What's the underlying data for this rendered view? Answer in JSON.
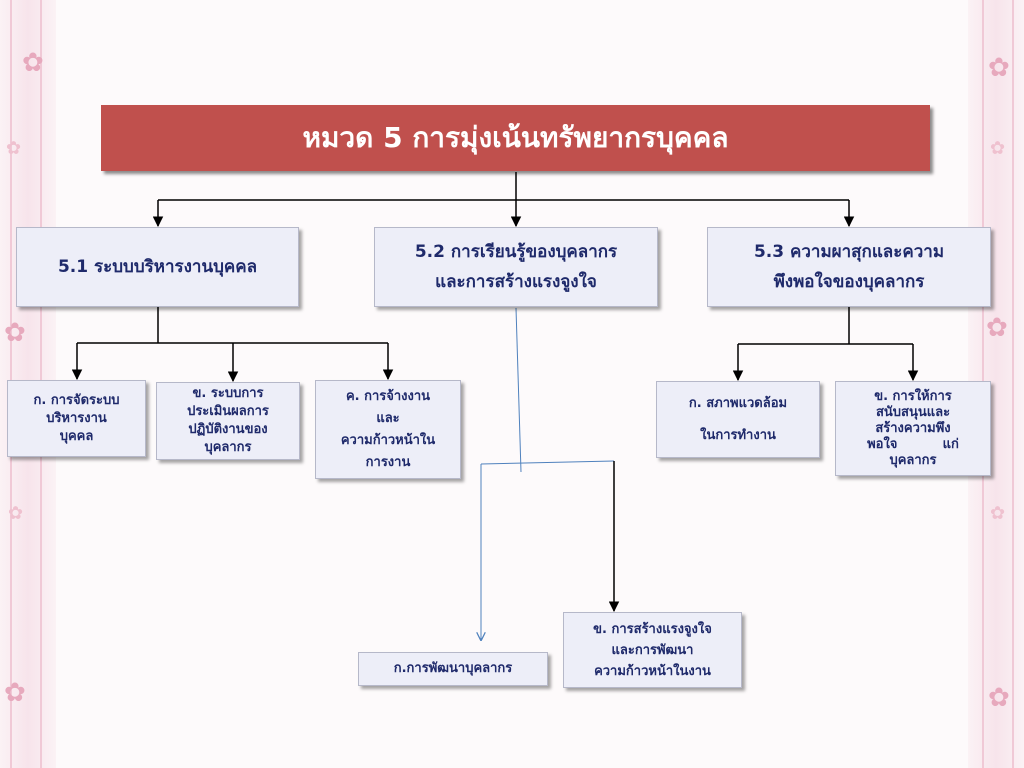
{
  "title": "หมวด 5 การมุ่งเน้นทรัพยากรบุคคล",
  "colors": {
    "title_bg": "#c0504d",
    "title_text": "#ffffff",
    "box_bg": "#edeef8",
    "box_text": "#1f2a6b",
    "connector": "#000000",
    "connector_alt": "#4f81bd",
    "decoration": "#e7a9bd"
  },
  "branches": [
    {
      "lines": [
        "5.1 ระบบบริหารงานบุคคล"
      ],
      "children": [
        {
          "lines": [
            "ก. การจัดระบบ",
            "บริหารงาน",
            "บุคคล"
          ]
        },
        {
          "lines": [
            "ข. ระบบการ",
            "ประเมินผลการ",
            "ปฏิบัติงานของ",
            "บุคลากร"
          ]
        },
        {
          "lines": [
            "ค. การจ้างงาน",
            "และ",
            "ความก้าวหน้าใน",
            "การงาน"
          ]
        }
      ]
    },
    {
      "lines": [
        "5.2 การเรียนรู้ของบุคลากร",
        "และการสร้างแรงจูงใจ"
      ],
      "children": [
        {
          "lines": [
            "ก.การพัฒนาบุคลากร"
          ]
        },
        {
          "lines": [
            "ข. การสร้างแรงจูงใจ",
            "และการพัฒนา",
            "ความก้าวหน้าในงาน"
          ]
        }
      ]
    },
    {
      "lines": [
        "5.3 ความผาสุกและความ",
        "พึงพอใจของบุคลากร"
      ],
      "children": [
        {
          "lines": [
            "ก. สภาพแวดล้อม",
            "ในการทำงาน"
          ]
        },
        {
          "lines": [
            "ข. การให้การ",
            "สนับสนุนและ",
            "สร้างความพึง",
            "พอใจ          แก่",
            "บุคลากร"
          ]
        }
      ]
    }
  ],
  "decoration_icon": "flower-icon"
}
